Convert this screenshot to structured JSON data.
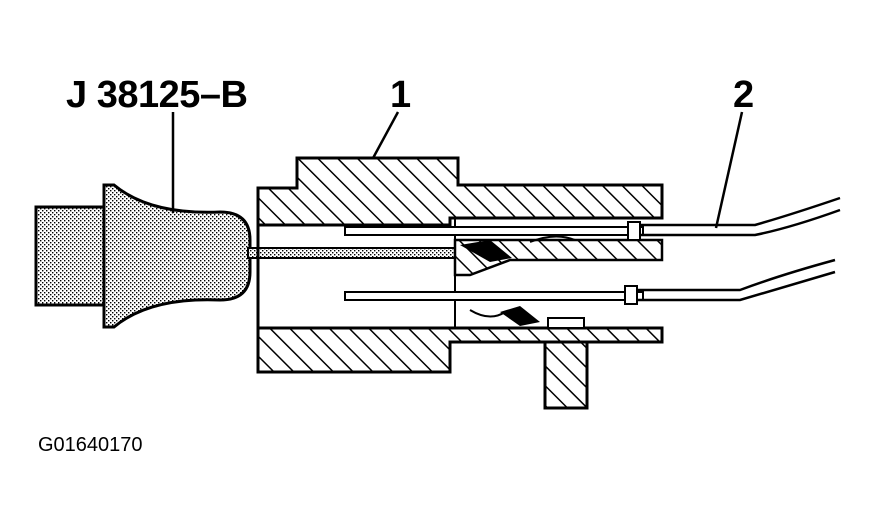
{
  "labels": {
    "tool": "J 38125–B",
    "callout_1": "1",
    "callout_2": "2",
    "figure_id": "G01640170"
  },
  "colors": {
    "ink": "#000000",
    "paper": "#ffffff"
  }
}
